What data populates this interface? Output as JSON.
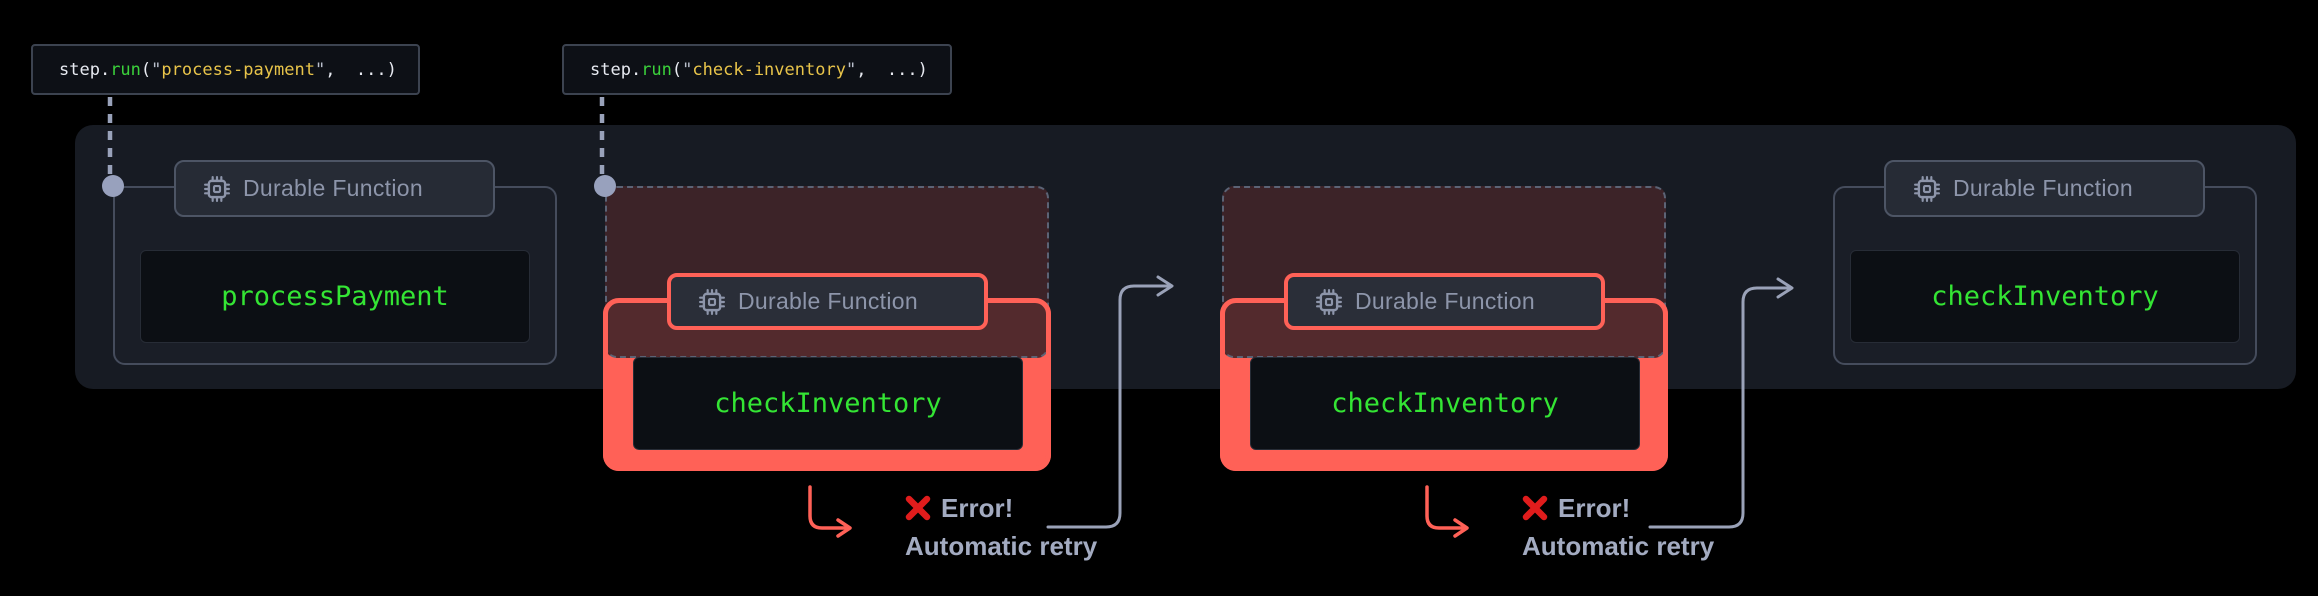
{
  "tooltip1": {
    "segments": [
      {
        "text": "step."
      },
      {
        "text": "run"
      },
      {
        "text": "("
      },
      {
        "text": "\""
      },
      {
        "text": "process-payment"
      },
      {
        "text": "\""
      },
      {
        "text": ",  ..."
      },
      {
        "text": ")"
      }
    ]
  },
  "tooltip2": {
    "segments": [
      {
        "text": "step."
      },
      {
        "text": "run"
      },
      {
        "text": "("
      },
      {
        "text": "\""
      },
      {
        "text": "check-inventory"
      },
      {
        "text": "\""
      },
      {
        "text": ",  ..."
      },
      {
        "text": ")"
      }
    ]
  },
  "tab_label": "Durable Function",
  "group1": {
    "function_name": "processPayment"
  },
  "group2": {
    "function_name": "checkInventory",
    "error": "Error!",
    "retry": "Automatic retry"
  },
  "group3": {
    "function_name": "checkInventory",
    "error": "Error!",
    "retry": "Automatic retry"
  },
  "group4": {
    "function_name": "checkInventory"
  },
  "colors": {
    "panel": "#171b23",
    "accent_red": "#ff6157",
    "code_green": "#34e534",
    "string_yellow": "#e8c44a",
    "fn_green": "#3bd13b",
    "connector_gray": "#99a2ba",
    "error_x_red": "#e01c1c"
  }
}
